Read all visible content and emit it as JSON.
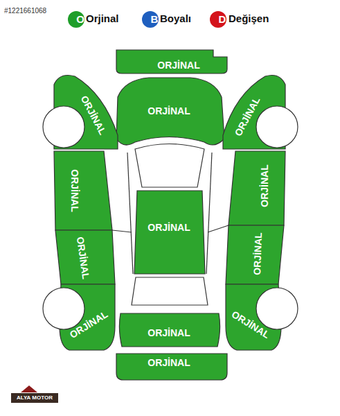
{
  "diagram": {
    "nodes": [
      {
        "text": [
          "ORJİNAL"
        ]
      },
      {
        "text": [
          "ORJİNAL"
        ]
      },
      {
        "text": [
          "ORJİNAL"
        ]
      },
      {
        "text": [
          "ORJİNAL"
        ]
      },
      {
        "text": [
          "ORJİNAL"
        ]
      },
      {
        "text": [
          "ORJİNAL"
        ]
      },
      {
        "text": [
          "ORJİNAL"
        ]
      },
      {
        "text": [
          "ORJİNAL"
        ]
      },
      {
        "text": [
          "ORJİNAL"
        ]
      },
      {
        "text": [
          "ORJİNAL"
        ]
      },
      {
        "text": [
          "ORJİNAL"
        ]
      },
      {
        "text": [
          "ORJİNAL"
        ]
      },
      {
        "text": [
          "ORJİNAL"
        ]
      }
    ],
    "labels": [
      "#1221661068",
      "O",
      "B",
      "D",
      "ALYA MOTOR"
    ],
    "legend": [
      {
        "text": "Orjinal",
        "color": "#1f9e2a"
      },
      {
        "text": "Boyalı",
        "color": "#1f5fbf"
      },
      {
        "text": "Değişen",
        "color": "#d4141c"
      }
    ]
  }
}
